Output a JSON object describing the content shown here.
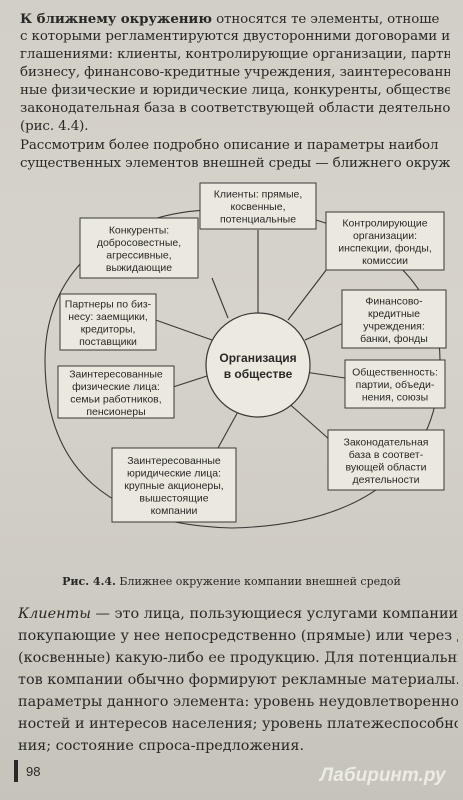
{
  "top_text": [
    {
      "b": "К ближнему окружению",
      "t": " относятся те элементы, отноше"
    },
    {
      "b": "",
      "t": "с которыми регламентируются двусторонними договорами или с"
    },
    {
      "b": "",
      "t": "глашениями: клиенты, контролирующие организации, партнеры"
    },
    {
      "b": "",
      "t": "бизнесу, финансово-кредитные учреждения, заинтересованные"
    },
    {
      "b": "",
      "t": "ные физические и юридические лица, конкуренты, общественн"
    },
    {
      "b": "",
      "t": "законодательная база в соответствующей области деятельност"
    },
    {
      "b": "",
      "t": "(рис. 4.4)."
    },
    {
      "b": "",
      "t": "    Рассмотрим более подробно описание и параметры наибол"
    },
    {
      "b": "",
      "t": "существенных элементов внешней среды — ближнего окружени"
    }
  ],
  "diagram": {
    "center": [
      "Организация",
      "в обществе"
    ],
    "boxes": [
      {
        "id": "clients",
        "lines": [
          "Клиенты: прямые,",
          "косвенные,",
          "потенциальные"
        ]
      },
      {
        "id": "control",
        "lines": [
          "Контролирующие",
          "организации:",
          "инспекции, фонды,",
          "комиссии"
        ]
      },
      {
        "id": "finance",
        "lines": [
          "Финансово-",
          "кредитные",
          "учреждения:",
          "банки, фонды"
        ]
      },
      {
        "id": "public",
        "lines": [
          "Общественность:",
          "партии, объеди-",
          "нения, союзы"
        ]
      },
      {
        "id": "law",
        "lines": [
          "Законодательная",
          "база в соответ-",
          "вующей области",
          "деятельности"
        ]
      },
      {
        "id": "legal",
        "lines": [
          "Заинтересованные",
          "юридические лица:",
          "крупные акционеры,",
          "вышестоящие",
          "компании"
        ]
      },
      {
        "id": "physical",
        "lines": [
          "Заинтересованные",
          "физические лица:",
          "семьи работников,",
          "пенсионеры"
        ]
      },
      {
        "id": "partners",
        "lines": [
          "Партнеры по биз-",
          "несу: заемщики,",
          "кредиторы,",
          "поставщики"
        ]
      },
      {
        "id": "competitors",
        "lines": [
          "Конкуренты:",
          "добросовестные,",
          "агрессивные,",
          "выжидающие"
        ]
      }
    ]
  },
  "caption": {
    "label": "Рис. 4.4.",
    "text": " Ближнее окружение компании внешней средой"
  },
  "body_text": [
    {
      "i": "Клиенты",
      "t": " — это лица, пользующиеся услугами компании или"
    },
    {
      "i": "",
      "t": "покупающие у нее непосредственно (прямые) или через других лиц"
    },
    {
      "i": "",
      "t": "(косвенные) какую-либо ее продукцию. Для потенциальных клиен-"
    },
    {
      "i": "",
      "t": "тов компании обычно формируют рекламные материалы. Основные"
    },
    {
      "i": "",
      "t": "параметры данного элемента: уровень неудовлетворенности потреб-"
    },
    {
      "i": "",
      "t": "ностей и интересов населения; уровень платежеспособности населе-"
    },
    {
      "i": "",
      "t": "ния; состояние спроса-предложения."
    }
  ],
  "page_number": "98",
  "watermark": "Лабиринт.ру"
}
